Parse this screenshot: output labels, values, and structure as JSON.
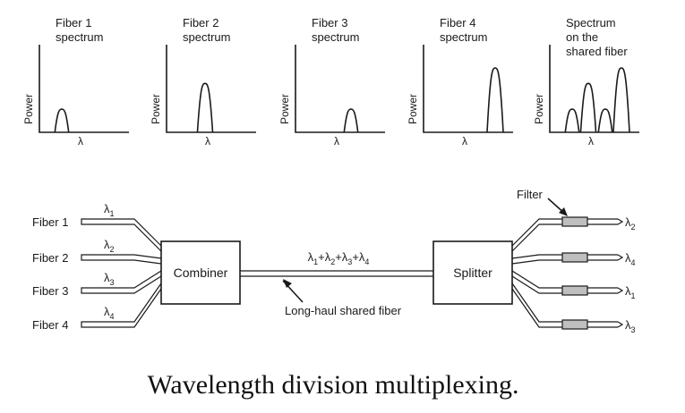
{
  "spectra": [
    {
      "title_lines": [
        "Fiber 1",
        "spectrum"
      ],
      "ylabel": "Power",
      "xlabel": "λ",
      "peaks": [
        {
          "pos": 0.25,
          "height": 0.36
        }
      ]
    },
    {
      "title_lines": [
        "Fiber 2",
        "spectrum"
      ],
      "ylabel": "Power",
      "xlabel": "λ",
      "peaks": [
        {
          "pos": 0.43,
          "height": 0.76
        }
      ]
    },
    {
      "title_lines": [
        "Fiber 3",
        "spectrum"
      ],
      "ylabel": "Power",
      "xlabel": "λ",
      "peaks": [
        {
          "pos": 0.62,
          "height": 0.36
        }
      ]
    },
    {
      "title_lines": [
        "Fiber 4",
        "spectrum"
      ],
      "ylabel": "Power",
      "xlabel": "λ",
      "peaks": [
        {
          "pos": 0.8,
          "height": 1.0
        }
      ]
    },
    {
      "title_lines": [
        "Spectrum",
        "on the",
        "shared fiber"
      ],
      "ylabel": "Power",
      "xlabel": "λ",
      "peaks": [
        {
          "pos": 0.25,
          "height": 0.36
        },
        {
          "pos": 0.43,
          "height": 0.76
        },
        {
          "pos": 0.62,
          "height": 0.36
        },
        {
          "pos": 0.8,
          "height": 1.0
        }
      ]
    }
  ],
  "inputs": [
    {
      "name": "Fiber 1",
      "lambda_sub": "1"
    },
    {
      "name": "Fiber 2",
      "lambda_sub": "2"
    },
    {
      "name": "Fiber 3",
      "lambda_sub": "3"
    },
    {
      "name": "Fiber 4",
      "lambda_sub": "4"
    }
  ],
  "combiner_label": "Combiner",
  "splitter_label": "Splitter",
  "shared_label_subs": [
    "1",
    "2",
    "3",
    "4"
  ],
  "longhaul_label": "Long-haul shared fiber",
  "filter_label": "Filter",
  "outputs": [
    {
      "lambda_sub": "2"
    },
    {
      "lambda_sub": "4"
    },
    {
      "lambda_sub": "1"
    },
    {
      "lambda_sub": "3"
    }
  ],
  "caption": "Wavelength division multiplexing.",
  "colors": {
    "ink": "#1a1a1a",
    "filter_fill": "#bfbfbf"
  }
}
